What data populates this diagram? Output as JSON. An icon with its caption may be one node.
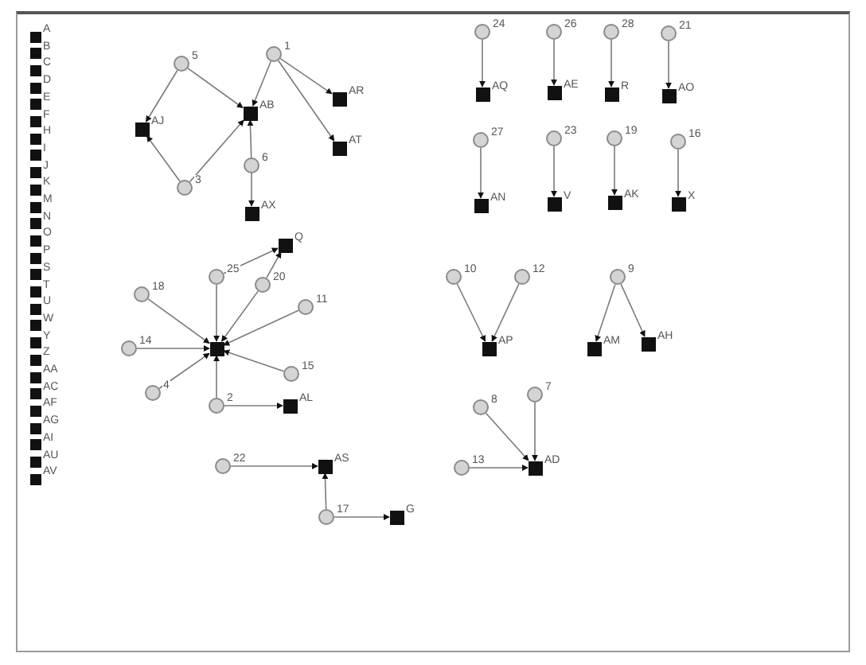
{
  "diagram": {
    "nodes": [
      {
        "text": [],
        "shape": "box",
        "beside": [
          "A"
        ]
      },
      {
        "text": [],
        "shape": "box",
        "beside": [
          "B"
        ]
      },
      {
        "text": [],
        "shape": "box",
        "beside": [
          "C"
        ]
      },
      {
        "text": [],
        "shape": "box",
        "beside": [
          "D"
        ]
      },
      {
        "text": [],
        "shape": "box",
        "beside": [
          "E"
        ]
      },
      {
        "text": [],
        "shape": "box",
        "beside": [
          "F"
        ]
      },
      {
        "text": [],
        "shape": "box",
        "beside": [
          "H"
        ]
      },
      {
        "text": [],
        "shape": "box",
        "beside": [
          "I"
        ]
      },
      {
        "text": [],
        "shape": "box",
        "beside": [
          "J"
        ]
      },
      {
        "text": [],
        "shape": "box",
        "beside": [
          "K"
        ]
      },
      {
        "text": [],
        "shape": "box",
        "beside": [
          "M"
        ]
      },
      {
        "text": [],
        "shape": "box",
        "beside": [
          "N"
        ]
      },
      {
        "text": [],
        "shape": "box",
        "beside": [
          "O"
        ]
      },
      {
        "text": [],
        "shape": "box",
        "beside": [
          "P"
        ]
      },
      {
        "text": [],
        "shape": "box",
        "beside": [
          "S"
        ]
      },
      {
        "text": [],
        "shape": "box",
        "beside": [
          "T"
        ]
      },
      {
        "text": [],
        "shape": "box",
        "beside": [
          "U"
        ]
      },
      {
        "text": [],
        "shape": "box",
        "beside": [
          "W"
        ]
      },
      {
        "text": [],
        "shape": "box",
        "beside": [
          "Y"
        ]
      },
      {
        "text": [],
        "shape": "box",
        "beside": [
          "Z"
        ]
      },
      {
        "text": [],
        "shape": "box",
        "beside": [
          "AA"
        ]
      },
      {
        "text": [],
        "shape": "box",
        "beside": [
          "AC"
        ]
      },
      {
        "text": [],
        "shape": "box",
        "beside": [
          "AF"
        ]
      },
      {
        "text": [],
        "shape": "box",
        "beside": [
          "AG"
        ]
      },
      {
        "text": [],
        "shape": "box",
        "beside": [
          "AI"
        ]
      },
      {
        "text": [],
        "shape": "box",
        "beside": [
          "AU"
        ]
      },
      {
        "text": [],
        "shape": "box",
        "beside": [
          "AV"
        ]
      },
      {
        "text": [],
        "shape": "circle",
        "beside": [
          "5"
        ]
      },
      {
        "text": [],
        "shape": "box",
        "beside": [
          "AJ"
        ]
      },
      {
        "text": [],
        "shape": "circle",
        "beside": [
          "3"
        ]
      },
      {
        "text": [],
        "shape": "circle",
        "beside": [
          "1"
        ]
      },
      {
        "text": [],
        "shape": "box",
        "beside": [
          "AB"
        ]
      },
      {
        "text": [],
        "shape": "box",
        "beside": [
          "AR"
        ]
      },
      {
        "text": [],
        "shape": "box",
        "beside": [
          "AT"
        ]
      },
      {
        "text": [],
        "shape": "circle",
        "beside": [
          "6"
        ]
      },
      {
        "text": [],
        "shape": "box",
        "beside": [
          "AX"
        ]
      },
      {
        "text": [],
        "shape": "box",
        "beside": [
          "Q"
        ]
      },
      {
        "text": [],
        "shape": "circle",
        "beside": [
          "25"
        ]
      },
      {
        "text": [],
        "shape": "circle",
        "beside": [
          "20"
        ]
      },
      {
        "text": [],
        "shape": "circle",
        "beside": [
          "18"
        ]
      },
      {
        "text": [],
        "shape": "circle",
        "beside": [
          "11"
        ]
      },
      {
        "text": [],
        "shape": "circle",
        "beside": [
          "14"
        ]
      },
      {
        "text": [],
        "shape": "box"
      },
      {
        "text": [],
        "shape": "circle",
        "beside": [
          "15"
        ]
      },
      {
        "text": [],
        "shape": "circle",
        "beside": [
          "4"
        ]
      },
      {
        "text": [],
        "shape": "circle",
        "beside": [
          "2"
        ]
      },
      {
        "text": [],
        "shape": "box",
        "beside": [
          "AL"
        ]
      },
      {
        "text": [],
        "shape": "circle",
        "beside": [
          "22"
        ]
      },
      {
        "text": [],
        "shape": "box",
        "beside": [
          "AS"
        ]
      },
      {
        "text": [],
        "shape": "circle",
        "beside": [
          "17"
        ]
      },
      {
        "text": [],
        "shape": "box",
        "beside": [
          "G"
        ]
      },
      {
        "text": [],
        "shape": "circle",
        "beside": [
          "24"
        ]
      },
      {
        "text": [],
        "shape": "box",
        "beside": [
          "AQ"
        ]
      },
      {
        "text": [],
        "shape": "circle",
        "beside": [
          "26"
        ]
      },
      {
        "text": [],
        "shape": "box",
        "beside": [
          "AE"
        ]
      },
      {
        "text": [],
        "shape": "circle",
        "beside": [
          "28"
        ]
      },
      {
        "text": [],
        "shape": "box",
        "beside": [
          "R"
        ]
      },
      {
        "text": [],
        "shape": "circle",
        "beside": [
          "21"
        ]
      },
      {
        "text": [],
        "shape": "box",
        "beside": [
          "AO"
        ]
      },
      {
        "text": [],
        "shape": "circle",
        "beside": [
          "27"
        ]
      },
      {
        "text": [],
        "shape": "box",
        "beside": [
          "AN"
        ]
      },
      {
        "text": [],
        "shape": "circle",
        "beside": [
          "23"
        ]
      },
      {
        "text": [],
        "shape": "box",
        "beside": [
          "V"
        ]
      },
      {
        "text": [],
        "shape": "circle",
        "beside": [
          "19"
        ]
      },
      {
        "text": [],
        "shape": "box",
        "beside": [
          "AK"
        ]
      },
      {
        "text": [],
        "shape": "circle",
        "beside": [
          "16"
        ]
      },
      {
        "text": [],
        "shape": "box",
        "beside": [
          "X"
        ]
      },
      {
        "text": [],
        "shape": "circle",
        "beside": [
          "10"
        ]
      },
      {
        "text": [],
        "shape": "circle",
        "beside": [
          "12"
        ]
      },
      {
        "text": [],
        "shape": "box",
        "beside": [
          "AP"
        ]
      },
      {
        "text": [],
        "shape": "circle",
        "beside": [
          "9"
        ]
      },
      {
        "text": [],
        "shape": "box",
        "beside": [
          "AM"
        ]
      },
      {
        "text": [],
        "shape": "box",
        "beside": [
          "AH"
        ]
      },
      {
        "text": [],
        "shape": "circle",
        "beside": [
          "8"
        ]
      },
      {
        "text": [],
        "shape": "circle",
        "beside": [
          "7"
        ]
      },
      {
        "text": [],
        "shape": "circle",
        "beside": [
          "13"
        ]
      },
      {
        "text": [],
        "shape": "box",
        "beside": [
          "AD"
        ]
      }
    ],
    "edges": [
      {
        "from": 27,
        "to": 28,
        "arrow": "to"
      },
      {
        "from": 29,
        "to": 28,
        "arrow": "to"
      },
      {
        "from": 27,
        "to": 31,
        "arrow": "to"
      },
      {
        "from": 29,
        "to": 31,
        "arrow": "to"
      },
      {
        "from": 30,
        "to": 31,
        "arrow": "to"
      },
      {
        "from": 30,
        "to": 32,
        "arrow": "to"
      },
      {
        "from": 30,
        "to": 33,
        "arrow": "to"
      },
      {
        "from": 34,
        "to": 31,
        "arrow": "to"
      },
      {
        "from": 34,
        "to": 35,
        "arrow": "to"
      },
      {
        "from": 37,
        "to": 36,
        "arrow": "to"
      },
      {
        "from": 38,
        "to": 36,
        "arrow": "to"
      },
      {
        "from": 39,
        "to": 42,
        "arrow": "to"
      },
      {
        "from": 37,
        "to": 42,
        "arrow": "to"
      },
      {
        "from": 38,
        "to": 42,
        "arrow": "to"
      },
      {
        "from": 40,
        "to": 42,
        "arrow": "to"
      },
      {
        "from": 41,
        "to": 42,
        "arrow": "to"
      },
      {
        "from": 43,
        "to": 42,
        "arrow": "to"
      },
      {
        "from": 44,
        "to": 42,
        "arrow": "to"
      },
      {
        "from": 45,
        "to": 42,
        "arrow": "to"
      },
      {
        "from": 45,
        "to": 46,
        "arrow": "to"
      },
      {
        "from": 47,
        "to": 48,
        "arrow": "to"
      },
      {
        "from": 49,
        "to": 48,
        "arrow": "to"
      },
      {
        "from": 49,
        "to": 50,
        "arrow": "to"
      },
      {
        "from": 51,
        "to": 52,
        "arrow": "to"
      },
      {
        "from": 53,
        "to": 54,
        "arrow": "to"
      },
      {
        "from": 55,
        "to": 56,
        "arrow": "to"
      },
      {
        "from": 57,
        "to": 58,
        "arrow": "to"
      },
      {
        "from": 59,
        "to": 60,
        "arrow": "to"
      },
      {
        "from": 61,
        "to": 62,
        "arrow": "to"
      },
      {
        "from": 63,
        "to": 64,
        "arrow": "to"
      },
      {
        "from": 65,
        "to": 66,
        "arrow": "to"
      },
      {
        "from": 67,
        "to": 69,
        "arrow": "to"
      },
      {
        "from": 68,
        "to": 69,
        "arrow": "to"
      },
      {
        "from": 70,
        "to": 71,
        "arrow": "to"
      },
      {
        "from": 70,
        "to": 72,
        "arrow": "to"
      },
      {
        "from": 73,
        "to": 76,
        "arrow": "to"
      },
      {
        "from": 74,
        "to": 76,
        "arrow": "to"
      },
      {
        "from": 75,
        "to": 76,
        "arrow": "to"
      }
    ]
  }
}
